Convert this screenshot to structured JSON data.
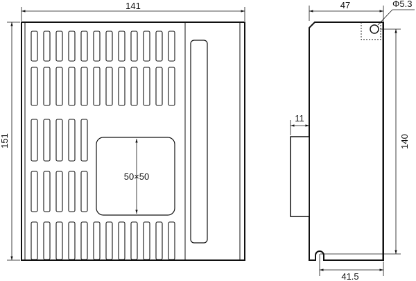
{
  "dimensions": {
    "width_front": "141",
    "height_front": "151",
    "width_side": "47",
    "hole": "Φ5.3",
    "height_side": "140",
    "side_step": "11",
    "slot_spacing": "41.5",
    "cutout": "50×50"
  },
  "colors": {
    "line": "#111111",
    "panel_fill": "#ffffff",
    "background": "#ffffff"
  }
}
